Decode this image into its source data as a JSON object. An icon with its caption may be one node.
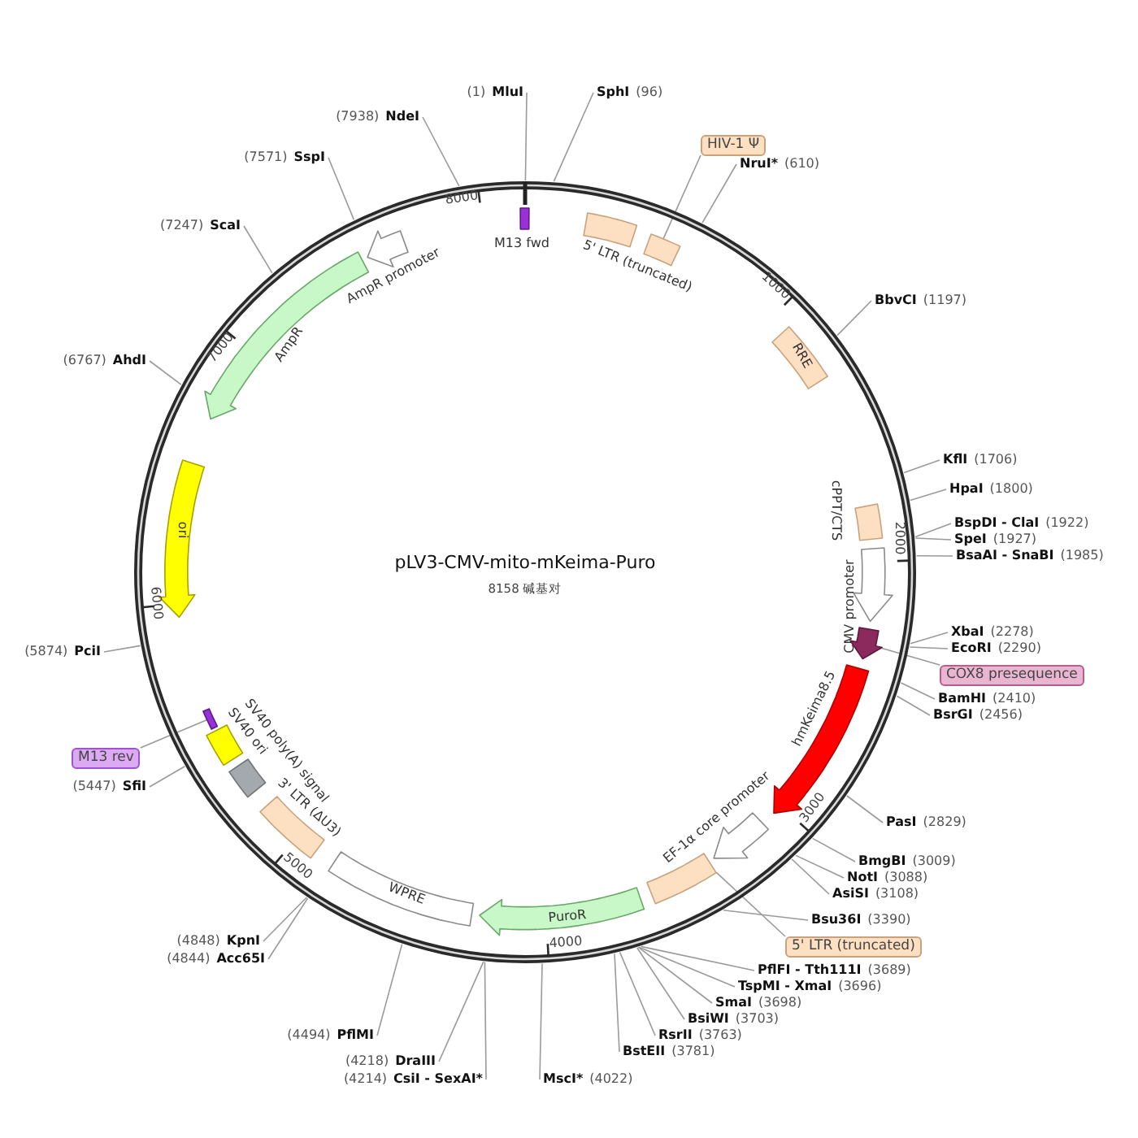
{
  "diagram": {
    "title": "pLV3-CMV-mito-mKeima-Puro",
    "nodes": [
      {
        "text": [],
        "shape": "circle"
      },
      {
        "text": [
          "M13 fwd"
        ],
        "in": 0
      },
      {
        "text": [
          "5' LTR (truncated)"
        ],
        "in": 0
      },
      {
        "text": [
          "HIV-1 Ψ"
        ]
      },
      {
        "text": [],
        "shape": "box",
        "in": 0
      },
      {
        "text": [
          "RRE"
        ],
        "in": 0
      },
      {
        "text": [
          "cPPT/CTS"
        ],
        "in": 0
      },
      {
        "text": [
          "CMV promoter"
        ],
        "in": 0
      },
      {
        "text": [
          "COX8 presequence"
        ]
      },
      {
        "text": [],
        "shape": "arrow",
        "in": 0
      },
      {
        "text": [
          "hmKeima8.5"
        ],
        "in": 0
      },
      {
        "text": [
          "EF-1α core promoter"
        ],
        "in": 0
      },
      {
        "text": [
          "5' LTR (truncated)"
        ]
      },
      {
        "text": [],
        "shape": "box",
        "in": 0
      },
      {
        "text": [
          "PuroR"
        ],
        "in": 0
      },
      {
        "text": [
          "WPRE"
        ],
        "in": 0
      },
      {
        "text": [
          "3' LTR (ΔU3)"
        ],
        "in": 0
      },
      {
        "text": [
          "SV40 ori"
        ],
        "in": 0
      },
      {
        "text": [
          "SV40 poly(A) signal"
        ],
        "in": 0
      },
      {
        "text": [
          "M13 rev"
        ]
      },
      {
        "text": [],
        "shape": "bar",
        "in": 0
      },
      {
        "text": [
          "ori"
        ],
        "in": 0
      },
      {
        "text": [
          "AmpR"
        ],
        "in": 0
      },
      {
        "text": [
          "AmpR promoter"
        ],
        "in": 0
      },
      {
        "text": [
          "(1)",
          "MluI"
        ]
      },
      {
        "text": [
          "SphI",
          "(96)"
        ]
      },
      {
        "text": [
          "NruI*",
          "(610)"
        ]
      },
      {
        "text": [
          "BbvCI",
          "(1197)"
        ]
      },
      {
        "text": [
          "KflI",
          "(1706)"
        ]
      },
      {
        "text": [
          "HpaI",
          "(1800)"
        ]
      },
      {
        "text": [
          "BspDI - ClaI",
          "(1922)"
        ]
      },
      {
        "text": [
          "SpeI",
          "(1927)"
        ]
      },
      {
        "text": [
          "BsaAI - SnaBI",
          "(1985)"
        ]
      },
      {
        "text": [
          "XbaI",
          "(2278)"
        ]
      },
      {
        "text": [
          "EcoRI",
          "(2290)"
        ]
      },
      {
        "text": [
          "BamHI",
          "(2410)"
        ]
      },
      {
        "text": [
          "BsrGI",
          "(2456)"
        ]
      },
      {
        "text": [
          "PasI",
          "(2829)"
        ]
      },
      {
        "text": [
          "BmgBI",
          "(3009)"
        ]
      },
      {
        "text": [
          "NotI",
          "(3088)"
        ]
      },
      {
        "text": [
          "AsiSI",
          "(3108)"
        ]
      },
      {
        "text": [
          "Bsu36I",
          "(3390)"
        ]
      },
      {
        "text": [
          "PflFI - Tth111I",
          "(3689)"
        ]
      },
      {
        "text": [
          "TspMI - XmaI",
          "(3696)"
        ]
      },
      {
        "text": [
          "SmaI",
          "(3698)"
        ]
      },
      {
        "text": [
          "BsiWI",
          "(3703)"
        ]
      },
      {
        "text": [
          "RsrII",
          "(3763)"
        ]
      },
      {
        "text": [
          "BstEII",
          "(3781)"
        ]
      },
      {
        "text": [
          "MscI*",
          "(4022)"
        ]
      },
      {
        "text": [
          "(4218)",
          "DraIII"
        ]
      },
      {
        "text": [
          "(4214)",
          "CsiI - SexAI*"
        ]
      },
      {
        "text": [
          "(4494)",
          "PflMI"
        ]
      },
      {
        "text": [
          "(4848)",
          "KpnI"
        ]
      },
      {
        "text": [
          "(4844)",
          "Acc65I"
        ]
      },
      {
        "text": [
          "(5447)",
          "SfiI"
        ]
      },
      {
        "text": [
          "(5874)",
          "PciI"
        ]
      },
      {
        "text": [
          "(6767)",
          "AhdI"
        ]
      },
      {
        "text": [
          "(7247)",
          "ScaI"
        ]
      },
      {
        "text": [
          "(7571)",
          "SspI"
        ]
      },
      {
        "text": [
          "(7938)",
          "NdeI"
        ]
      }
    ],
    "edges": [
      {
        "from": 24,
        "to": 0,
        "arrow": "none"
      },
      {
        "from": 25,
        "to": 0,
        "arrow": "none"
      },
      {
        "from": 26,
        "to": 0,
        "arrow": "none"
      },
      {
        "from": 27,
        "to": 0,
        "arrow": "none"
      },
      {
        "from": 28,
        "to": 0,
        "arrow": "none"
      },
      {
        "from": 29,
        "to": 0,
        "arrow": "none"
      },
      {
        "from": 30,
        "to": 0,
        "arrow": "none"
      },
      {
        "from": 31,
        "to": 0,
        "arrow": "none"
      },
      {
        "from": 32,
        "to": 0,
        "arrow": "none"
      },
      {
        "from": 33,
        "to": 0,
        "arrow": "none"
      },
      {
        "from": 34,
        "to": 0,
        "arrow": "none"
      },
      {
        "from": 35,
        "to": 0,
        "arrow": "none"
      },
      {
        "from": 36,
        "to": 0,
        "arrow": "none"
      },
      {
        "from": 37,
        "to": 0,
        "arrow": "none"
      },
      {
        "from": 38,
        "to": 0,
        "arrow": "none"
      },
      {
        "from": 39,
        "to": 0,
        "arrow": "none"
      },
      {
        "from": 40,
        "to": 0,
        "arrow": "none"
      },
      {
        "from": 41,
        "to": 0,
        "arrow": "none"
      },
      {
        "from": 42,
        "to": 0,
        "arrow": "none"
      },
      {
        "from": 43,
        "to": 0,
        "arrow": "none"
      },
      {
        "from": 44,
        "to": 0,
        "arrow": "none"
      },
      {
        "from": 45,
        "to": 0,
        "arrow": "none"
      },
      {
        "from": 46,
        "to": 0,
        "arrow": "none"
      },
      {
        "from": 47,
        "to": 0,
        "arrow": "none"
      },
      {
        "from": 48,
        "to": 0,
        "arrow": "none"
      },
      {
        "from": 49,
        "to": 0,
        "arrow": "none"
      },
      {
        "from": 50,
        "to": 0,
        "arrow": "none"
      },
      {
        "from": 51,
        "to": 0,
        "arrow": "none"
      },
      {
        "from": 52,
        "to": 0,
        "arrow": "none"
      },
      {
        "from": 53,
        "to": 0,
        "arrow": "none"
      },
      {
        "from": 54,
        "to": 0,
        "arrow": "none"
      },
      {
        "from": 55,
        "to": 0,
        "arrow": "none"
      },
      {
        "from": 56,
        "to": 0,
        "arrow": "none"
      },
      {
        "from": 57,
        "to": 0,
        "arrow": "none"
      },
      {
        "from": 58,
        "to": 0,
        "arrow": "none"
      },
      {
        "from": 59,
        "to": 0,
        "arrow": "none"
      },
      {
        "from": 3,
        "to": 4,
        "arrow": "none"
      },
      {
        "from": 8,
        "to": 9,
        "arrow": "none"
      },
      {
        "from": 12,
        "to": 13,
        "arrow": "none"
      },
      {
        "from": 19,
        "to": 20,
        "arrow": "none"
      }
    ],
    "labels": [
      "8158 碱基对",
      "1000",
      "2000",
      "3000",
      "4000",
      "5000",
      "6000",
      "7000",
      "8000"
    ]
  }
}
